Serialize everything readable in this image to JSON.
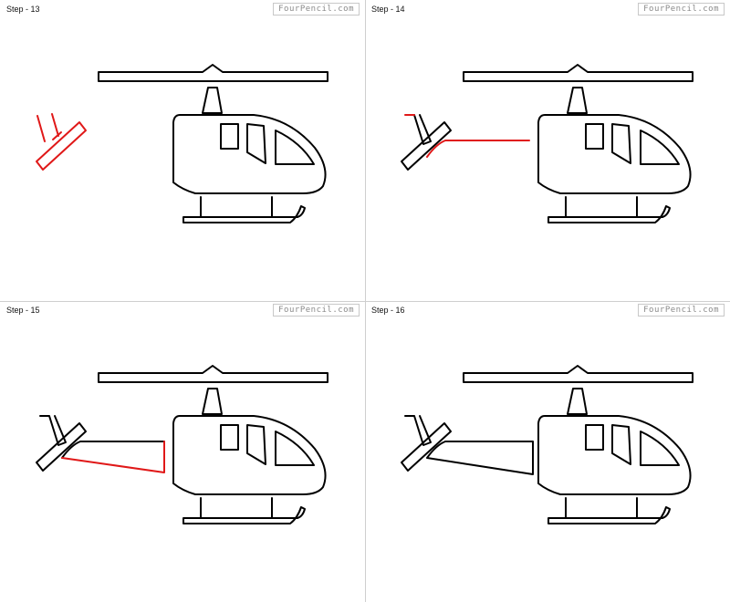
{
  "panels": [
    {
      "step_label": "Step - 13",
      "brand": "FourPencil.com"
    },
    {
      "step_label": "Step - 14",
      "brand": "FourPencil.com"
    },
    {
      "step_label": "Step - 15",
      "brand": "FourPencil.com"
    },
    {
      "step_label": "Step - 16",
      "brand": "FourPencil.com"
    }
  ],
  "colors": {
    "ink": "#000000",
    "highlight": "#e01818",
    "divider": "#cfcfcf"
  }
}
